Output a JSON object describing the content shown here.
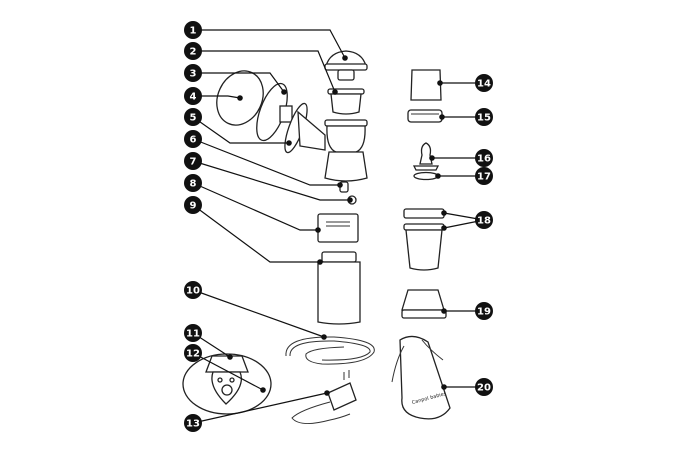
{
  "diagram": {
    "type": "exploded parts diagram",
    "callouts": [
      "1",
      "2",
      "3",
      "4",
      "5",
      "6",
      "7",
      "8",
      "9",
      "10",
      "11",
      "12",
      "13",
      "14",
      "15",
      "16",
      "17",
      "18",
      "19",
      "20"
    ],
    "bag_print": "Canpol babies"
  }
}
